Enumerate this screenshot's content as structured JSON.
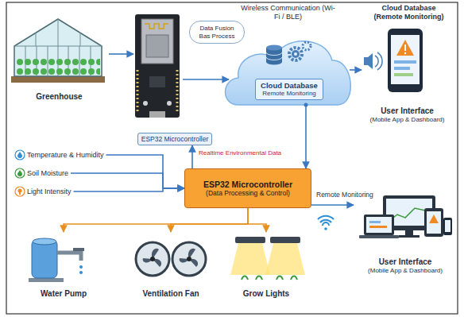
{
  "diagram": {
    "nodes": [
      {
        "text": [
          "Greenhouse"
        ]
      },
      {
        "text": [
          "ESP32 Microcontroller"
        ]
      },
      {
        "text": [
          "Data Fusion Bas Process"
        ]
      },
      {
        "text": [
          "Cloud Database",
          "Remote Monitoring"
        ]
      },
      {
        "text": [
          "User Interface",
          "(Mobile App & Dashboard)"
        ]
      },
      {
        "text": [
          "Temperature & Humidity"
        ]
      },
      {
        "text": [
          "Soil Moisture"
        ]
      },
      {
        "text": [
          "Light Intensity"
        ]
      },
      {
        "text": [
          "ESP32 Microcontroller",
          "(Data Processing & Control)"
        ]
      },
      {
        "text": [
          "User Interface",
          "(Mobile App & Dashboard)"
        ]
      },
      {
        "text": [
          "Water Pump"
        ]
      },
      {
        "text": [
          "Ventilation Fan"
        ]
      },
      {
        "text": [
          "Grow Lights"
        ]
      }
    ],
    "edges": [
      {
        "from": 0,
        "to": 1,
        "arrow": "to"
      },
      {
        "from": 1,
        "to": 3,
        "arrow": "to"
      },
      {
        "from": 3,
        "to": 4,
        "arrow": "to"
      },
      {
        "from": 3,
        "to": 8,
        "arrow": "to"
      },
      {
        "from": 8,
        "to": 1,
        "label": "Realtime Environmental Data",
        "arrow": "to"
      },
      {
        "from": 5,
        "to": 8,
        "arrow": "to"
      },
      {
        "from": 6,
        "to": 8,
        "arrow": "to"
      },
      {
        "from": 7,
        "to": 8,
        "arrow": "to"
      },
      {
        "from": 8,
        "to": 9,
        "label": "Remote Monitoring",
        "arrow": "to"
      },
      {
        "from": 8,
        "to": 10,
        "arrow": "to"
      },
      {
        "from": 8,
        "to": 11,
        "arrow": "to"
      },
      {
        "from": 8,
        "to": 12,
        "arrow": "to"
      }
    ],
    "labels": [
      "Wireless Communication (Wi-Fi / BLE)",
      "Cloud Database (Remote Monitoring)"
    ]
  }
}
